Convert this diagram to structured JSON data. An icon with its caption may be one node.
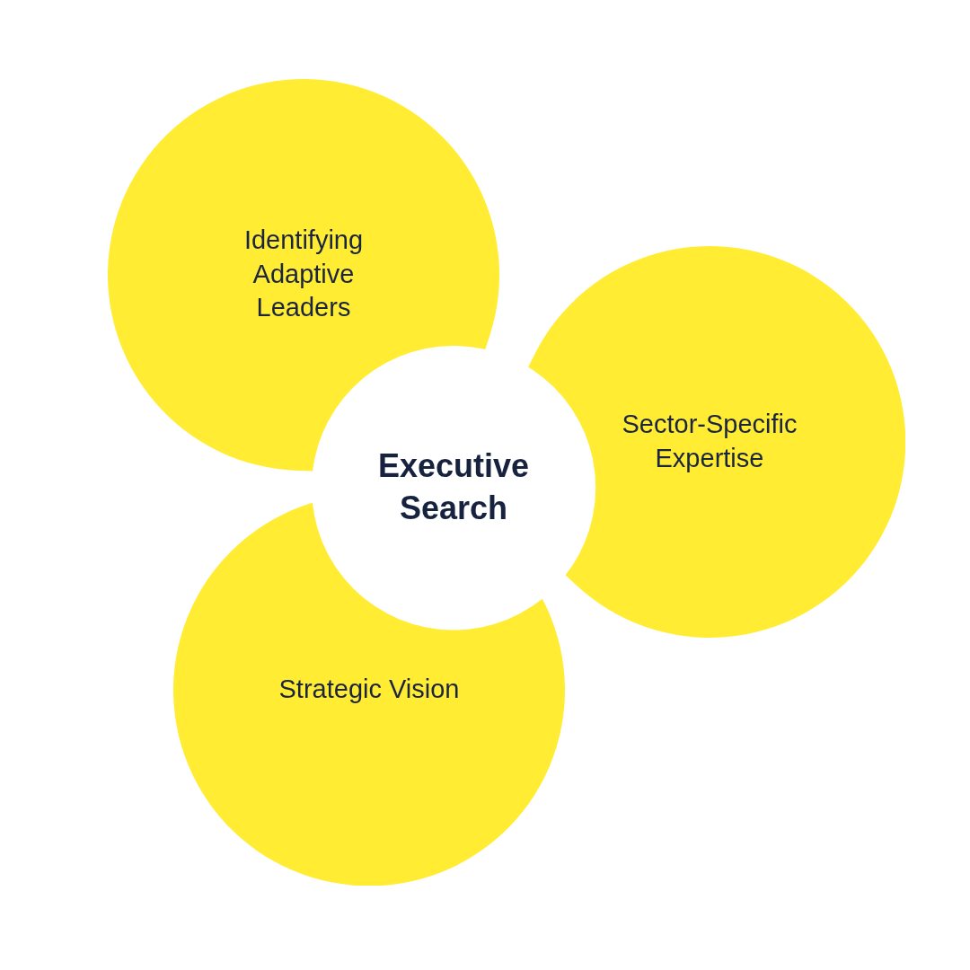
{
  "diagram": {
    "nodes": [
      {
        "text": [
          "Identifying Adaptive Leaders"
        ]
      },
      {
        "text": [
          "Sector-Specific Expertise"
        ]
      },
      {
        "text": [
          "Executive Search"
        ]
      },
      {
        "text": [
          "Strategic Vision"
        ]
      }
    ]
  }
}
